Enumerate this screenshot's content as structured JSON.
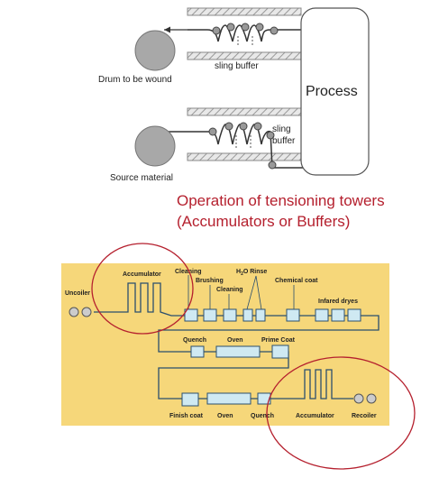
{
  "top_diagram": {
    "drum_label": "Drum to be wound",
    "source_label": "Source material",
    "upper_buffer_label": "sling buffer",
    "lower_buffer_label_line1": "sling",
    "lower_buffer_label_line2": "buffer",
    "process_label": "Process"
  },
  "caption": {
    "line1": "Operation of tensioning towers",
    "line2": "(Accumulators or Buffers)",
    "color": "#b5202e"
  },
  "process_line": {
    "background_color": "#f6d77a",
    "labels": {
      "uncoiler": "Uncoiler",
      "accumulator_top": "Accumulator",
      "cleaning1": "Cleaning",
      "brushing": "Brushing",
      "cleaning2": "Cleaning",
      "h2o_rinse_h": "H",
      "h2o_rinse_sub": "2",
      "h2o_rinse_rest": "O Rinse",
      "chemical_coat": "Chemical coat",
      "infrared_dryers": "Infared dryes",
      "quench1": "Quench",
      "oven1": "Oven",
      "prime_coat": "Prime Coat",
      "finish_coat": "Finish coat",
      "oven2": "Oven",
      "quench2": "Quench",
      "accumulator_bottom": "Accumulator",
      "recoiler": "Recoiler"
    }
  }
}
